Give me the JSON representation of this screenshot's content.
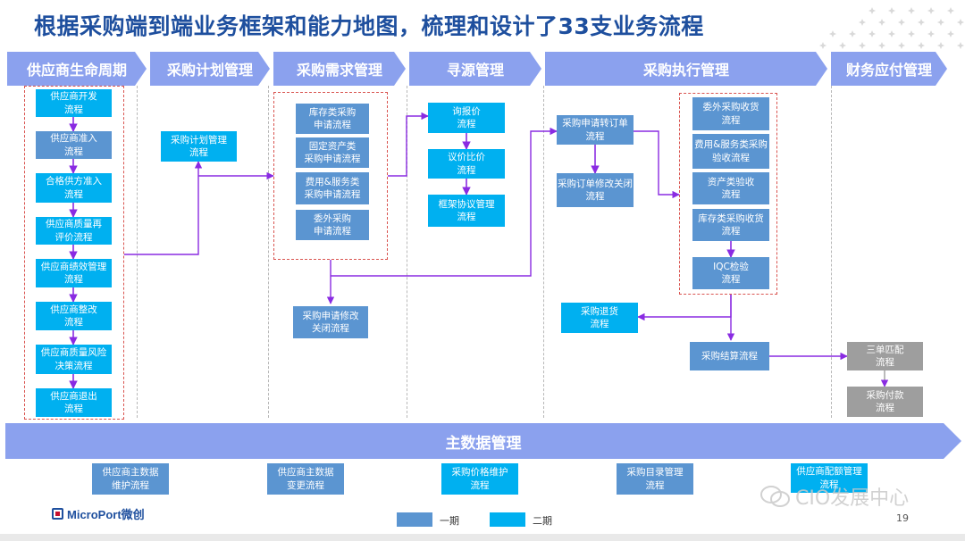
{
  "title": "根据采购端到端业务框架和能力地图，梳理和设计了33支业务流程",
  "headers": {
    "lifecycle": "供应商生命周期",
    "plan": "采购计划管理",
    "demand": "采购需求管理",
    "sourcing": "寻源管理",
    "execution": "采购执行管理",
    "finance": "财务应付管理"
  },
  "boxes": {
    "lc1": "供应商开发\n流程",
    "lc2": "供应商准入\n流程",
    "lc3": "合格供方准入\n流程",
    "lc4": "供应商质量再\n评价流程",
    "lc5": "供应商绩效管理\n流程",
    "lc6": "供应商整改\n流程",
    "lc7": "供应商质量风险\n决策流程",
    "lc8": "供应商退出\n流程",
    "pl1": "采购计划管理\n流程",
    "dm1": "库存类采购\n申请流程",
    "dm2": "固定资产类\n采购申请流程",
    "dm3": "费用&服务类\n采购申请流程",
    "dm4": "委外采购\n申请流程",
    "dm5": "采购申请修改\n关闭流程",
    "sr1": "询报价\n流程",
    "sr2": "议价比价\n流程",
    "sr3": "框架协议管理\n流程",
    "ex1": "采购申请转订单\n流程",
    "ex2": "采购订单修改关闭\n流程",
    "ex3": "委外采购收货\n流程",
    "ex4": "费用&服务类采购\n验收流程",
    "ex5": "资产类验收\n流程",
    "ex6": "库存类采购收货\n流程",
    "ex7": "IQC检验\n流程",
    "ex8": "采购退货\n流程",
    "ex9": "采购结算流程",
    "fn1": "三单匹配\n流程",
    "fn2": "采购付款\n流程",
    "md1": "供应商主数据\n维护流程",
    "md2": "供应商主数据\n变更流程",
    "md3": "采购价格维护\n流程",
    "md4": "采购目录管理\n流程",
    "md5": "供应商配额管理\n流程"
  },
  "master_data_band": "主数据管理",
  "legend": {
    "phase1": "一期",
    "phase2": "二期"
  },
  "logo_text": "MicroPort微创",
  "watermark": "CIO发展中心",
  "page_number": "19",
  "colors": {
    "phase1": "#5b95d1",
    "phase2": "#00b0f0",
    "header": "#8ba1ee",
    "connector": "#8a2be2",
    "dashed_group": "#d9534f"
  }
}
